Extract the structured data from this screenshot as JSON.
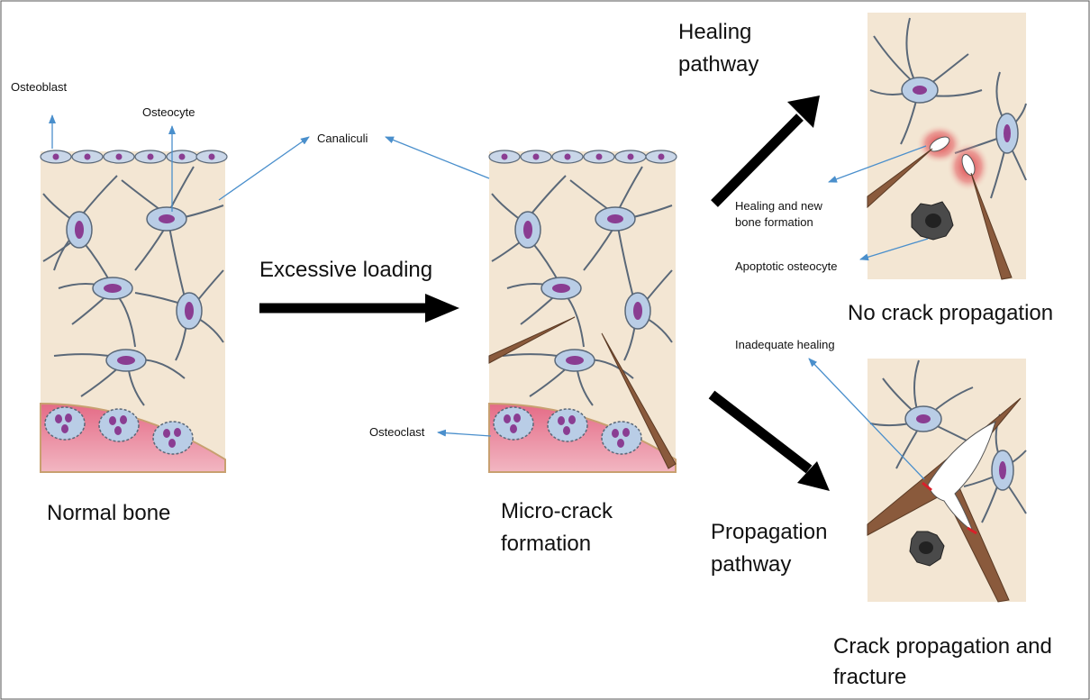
{
  "labels": {
    "osteoblast": "Osteoblast",
    "osteocyte": "Osteocyte",
    "canaliculi": "Canaliculi",
    "osteoclast": "Osteoclast",
    "healing_new_bone_1": "Healing and new",
    "healing_new_bone_2": "bone formation",
    "apoptotic_osteocyte": "Apoptotic osteocyte",
    "inadequate_healing": "Inadequate healing",
    "excessive_loading": "Excessive loading",
    "healing_pathway_1": "Healing",
    "healing_pathway_2": "pathway",
    "propagation_pathway_1": "Propagation",
    "propagation_pathway_2": "pathway",
    "normal_bone": "Normal bone",
    "micro_crack_1": "Micro-crack",
    "micro_crack_2": "formation",
    "no_crack_propagation": "No crack propagation",
    "crack_fracture_1": "Crack propagation and",
    "crack_fracture_2": "fracture"
  },
  "colors": {
    "bone_matrix": "#f3e6d3",
    "cell_body": "#b9cde6",
    "cell_outline": "#5a6878",
    "nucleus": "#8a3d92",
    "marrow": "#e8869c",
    "crack": "#8a5a3c",
    "leader_line": "#4a8fcc",
    "pathway_arrow": "#000000",
    "healing_glow": "#d8202a"
  }
}
